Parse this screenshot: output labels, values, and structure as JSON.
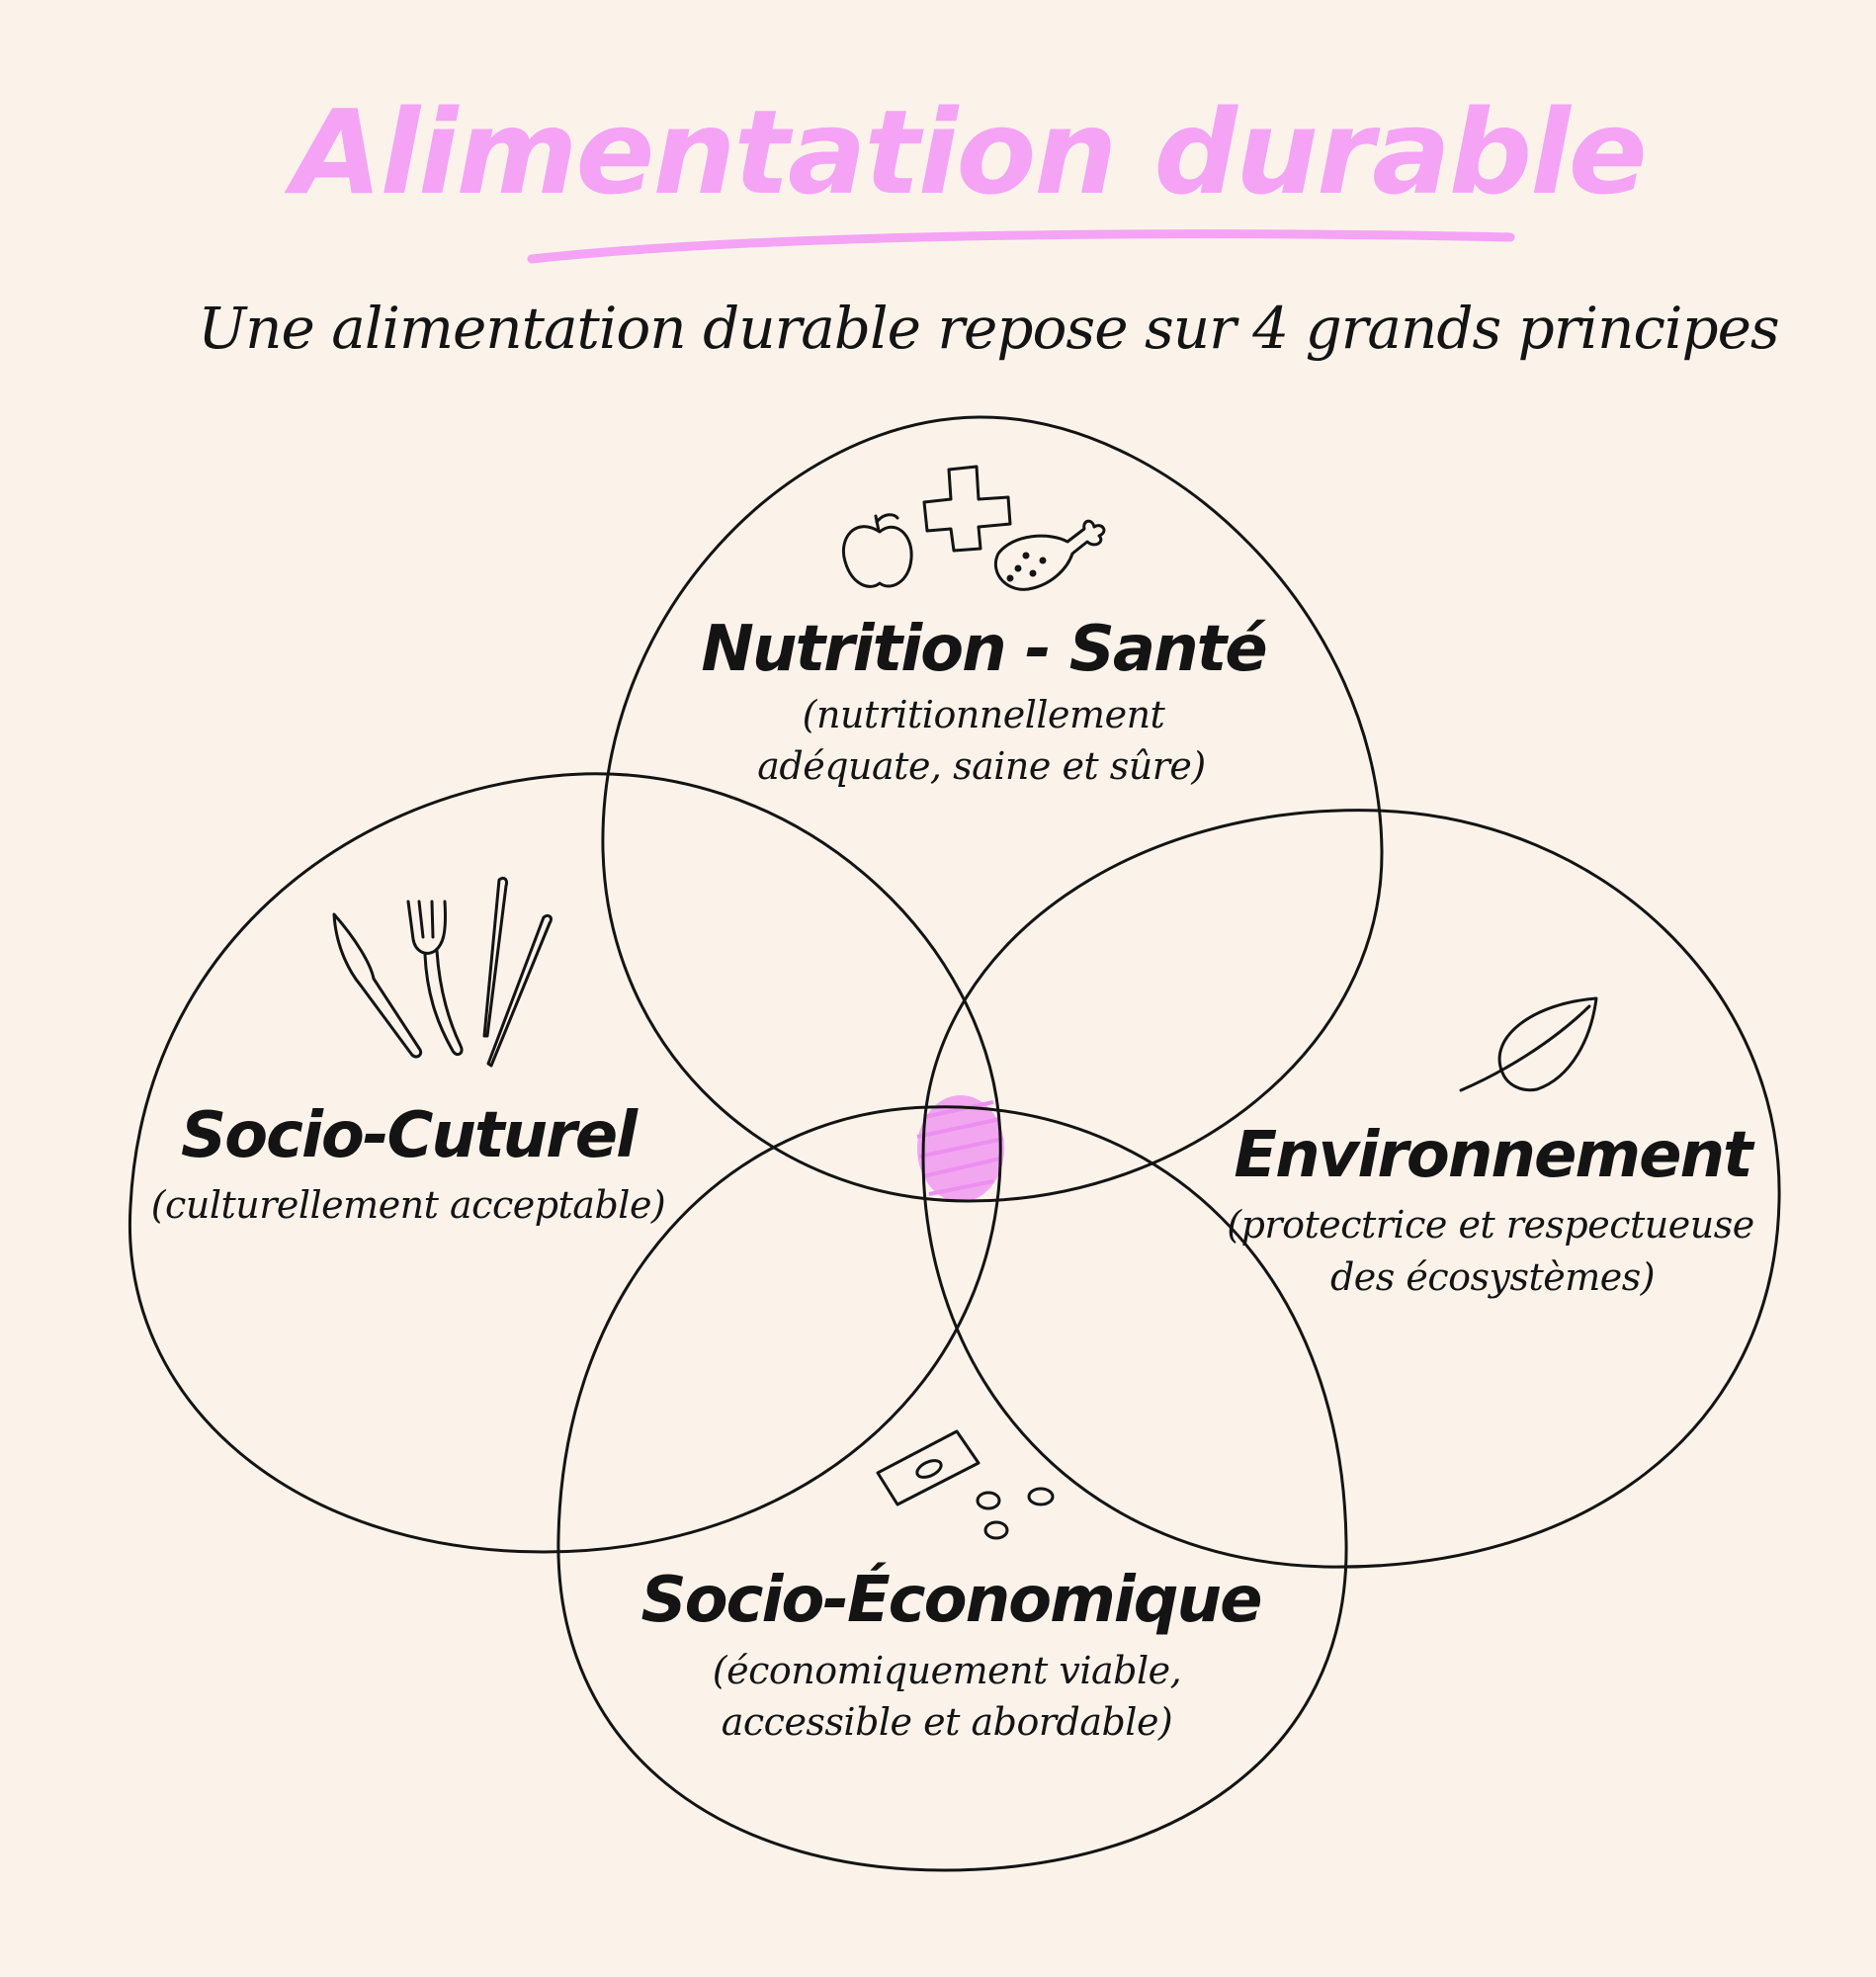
{
  "title": "Alimentation durable",
  "subtitle": "Une alimentation durable repose sur 4 grands principes",
  "colors": {
    "background": "#fbf3ea",
    "accent": "#f5a3f5",
    "ink": "#141414"
  },
  "principles": {
    "nutrition": {
      "heading": "Nutrition - Santé",
      "desc_line1": "(nutritionnellement",
      "desc_line2": "adéquate, saine et sûre)",
      "icons": [
        "apple-icon",
        "medical-cross-icon",
        "chicken-leg-icon"
      ]
    },
    "socio_culturel": {
      "heading": "Socio-Cuturel",
      "desc_line1": "(culturellement acceptable)",
      "icons": [
        "knife-icon",
        "fork-icon",
        "chopsticks-icon"
      ]
    },
    "environnement": {
      "heading": "Environnement",
      "desc_line1": "(protectrice et respectueuse",
      "desc_line2": "des écosystèmes)",
      "icons": [
        "leaf-icon"
      ]
    },
    "socio_economique": {
      "heading": "Socio-Économique",
      "desc_line1": "(économiquement viable,",
      "desc_line2": "accessible et abordable)",
      "icons": [
        "banknote-icon",
        "coins-icon"
      ]
    }
  }
}
